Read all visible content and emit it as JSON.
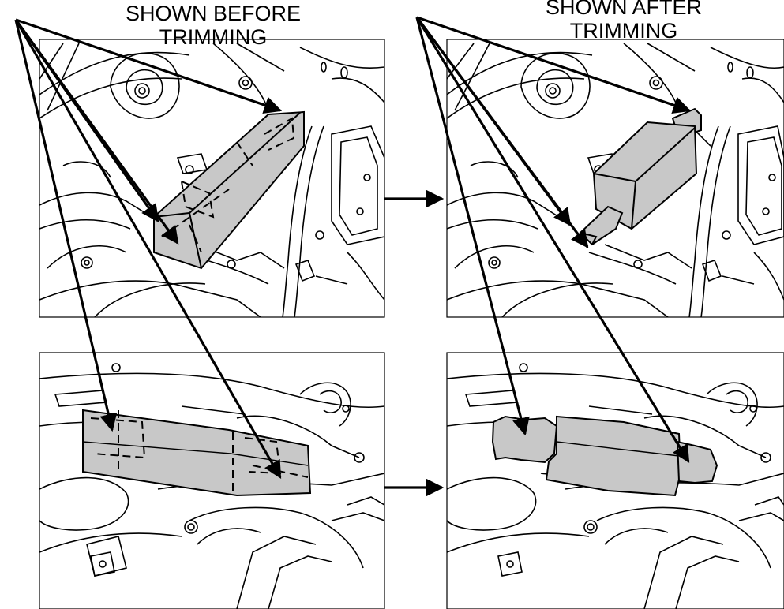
{
  "captions": {
    "before": {
      "line1": "SHOWN BEFORE",
      "line2": "TRIMMING"
    },
    "after": {
      "line1": "SHOWN AFTER",
      "line2": "TRIMMING"
    }
  },
  "colors": {
    "line": "#000000",
    "part_fill": "#c8c8c8",
    "background": "#ffffff"
  }
}
